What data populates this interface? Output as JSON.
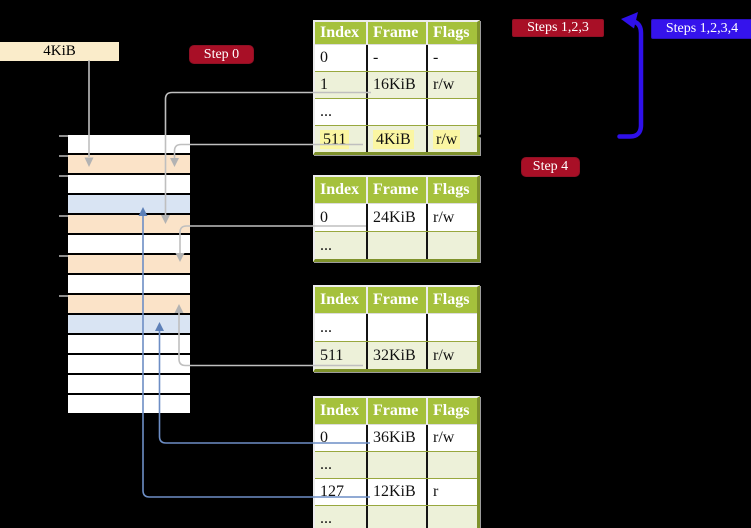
{
  "labels": {
    "page_size": "4KiB",
    "step0": "Step 0",
    "steps123": "Steps 1,2,3",
    "steps1234": "Steps 1,2,3,4",
    "step4": "Step 4"
  },
  "headers": [
    "Index",
    "Frame",
    "Flags"
  ],
  "tables": [
    {
      "rows": [
        {
          "cells": [
            "0",
            "-",
            "-"
          ]
        },
        {
          "cells": [
            "1",
            "16KiB",
            "r/w"
          ]
        },
        {
          "cells": [
            "...",
            "",
            ""
          ]
        },
        {
          "cells": [
            "511",
            "4KiB",
            "r/w"
          ],
          "highlighted": true
        }
      ]
    },
    {
      "rows": [
        {
          "cells": [
            "0",
            "24KiB",
            "r/w"
          ]
        },
        {
          "cells": [
            "...",
            "",
            ""
          ]
        }
      ]
    },
    {
      "rows": [
        {
          "cells": [
            "...",
            "",
            ""
          ]
        },
        {
          "cells": [
            "511",
            "32KiB",
            "r/w"
          ]
        }
      ]
    },
    {
      "rows": [
        {
          "cells": [
            "0",
            "36KiB",
            "r/w"
          ]
        },
        {
          "cells": [
            "...",
            "",
            ""
          ]
        },
        {
          "cells": [
            "127",
            "12KiB",
            "r"
          ]
        },
        {
          "cells": [
            "...",
            "",
            ""
          ]
        }
      ]
    }
  ],
  "colors": {
    "background": "#000000",
    "badge_red": "#a80f26",
    "badge_blue": "#3513ec",
    "arrow_indigo": "#2f10ea",
    "table_header_green": "#a5c13c",
    "table_row_green": "#edf1d9",
    "highlight_yellow": "#fbf6a2",
    "frame_peach": "#fbe3c8",
    "frame_blue": "#d9e4f3",
    "label_beige": "#faecca",
    "connector_gray": "#bfbfbf",
    "connector_steelblue": "#6d8ec5"
  }
}
